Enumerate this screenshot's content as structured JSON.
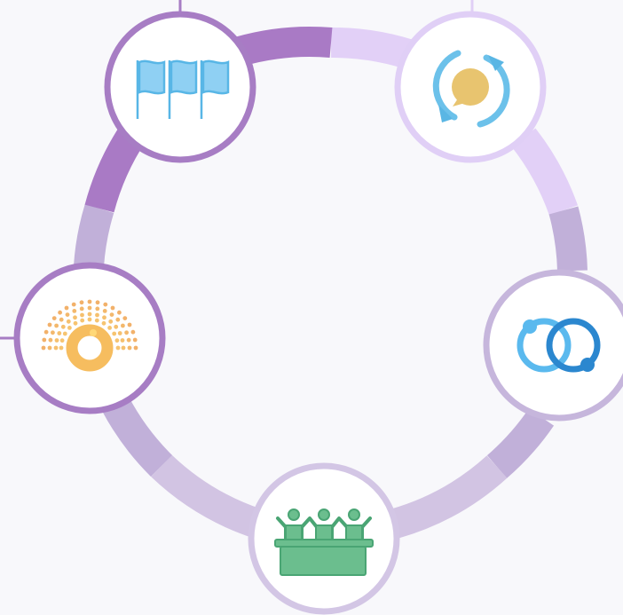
{
  "diagram": {
    "colors": {
      "background": "#f8f8fb",
      "ring_dark": "#a97ac5",
      "ring_mid": "#c1b0d9",
      "ring_light": "#d2c4e3",
      "ring_pale": "#e2d0f7"
    },
    "nodes": [
      {
        "id": "flags",
        "icon": "flags-icon",
        "border": "#a77dc4"
      },
      {
        "id": "cycle-chat",
        "icon": "cycle-chat-icon",
        "border": "#e0cff6"
      },
      {
        "id": "linked-rings",
        "icon": "linked-rings-icon",
        "border": "#c6b6dc"
      },
      {
        "id": "assembly",
        "icon": "assembly-podium-icon",
        "border": "#d3c6e5"
      },
      {
        "id": "parliament",
        "icon": "parliament-seats-icon",
        "border": "#a77dc4"
      }
    ]
  }
}
